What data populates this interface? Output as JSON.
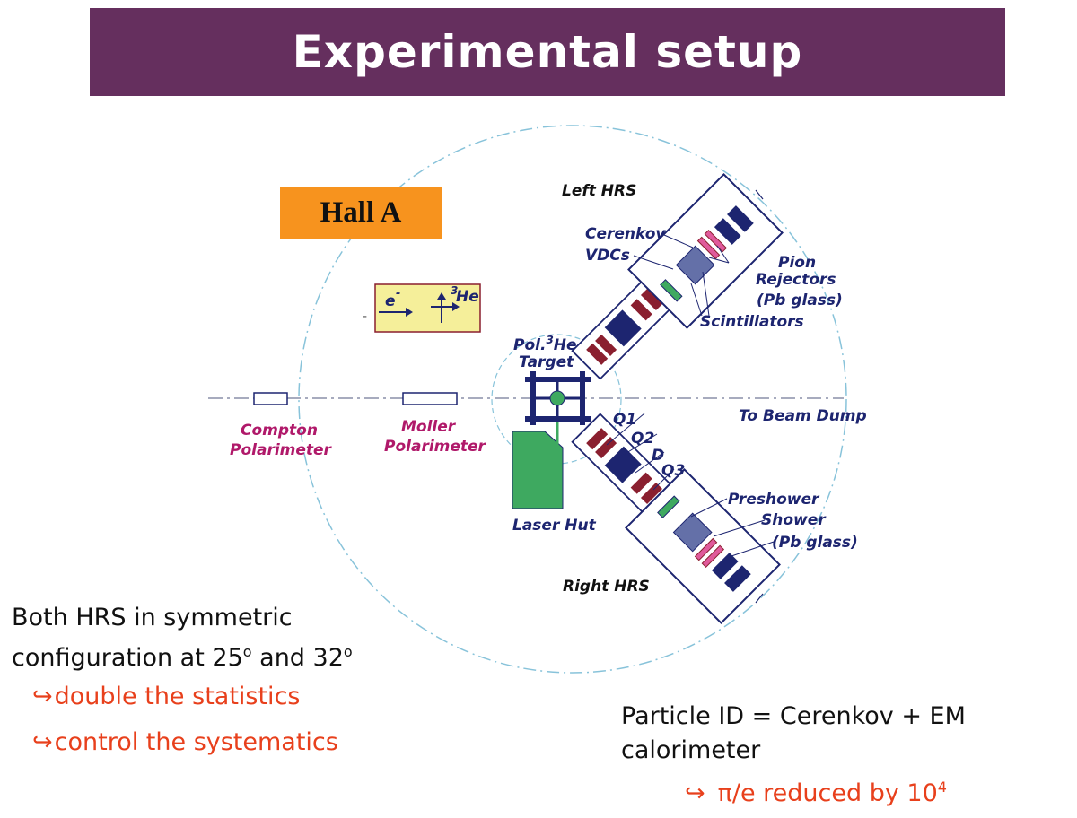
{
  "slide": {
    "title": "Experimental setup"
  },
  "colors": {
    "title_bar": "#652f5e",
    "hall_box": "#f7931e",
    "beam_box": "#f5ef9a",
    "navy": "#1d2570",
    "maroon": "#8a1f2f",
    "pink": "#e05a9b",
    "steel": "#6470a8",
    "green": "#3ea960",
    "magenta_text": "#b0196a",
    "red_text": "#e8401c",
    "beamline": "#8a8fa8",
    "hall_circle": "#88c3da"
  },
  "diagram": {
    "hall_label": "Hall A",
    "beam_box": {
      "e_label": "e",
      "e_sup": "-",
      "he_label": "He",
      "he_sup": "3"
    },
    "labels": {
      "left_hrs": "Left HRS",
      "cerenkov": "Cerenkov",
      "vdcs": "VDCs",
      "pion": "Pion",
      "rejectors": "Rejectors",
      "pb_glass_1": "(Pb glass)",
      "scintillators": "Scintillators",
      "pol_target_1": "Pol.",
      "pol_target_sup": "3",
      "pol_target_he": "He",
      "pol_target_2": "Target",
      "to_beam_dump": "To Beam Dump",
      "q1": "Q1",
      "q2": "Q2",
      "d": "D",
      "q3": "Q3",
      "preshower": "Preshower",
      "shower": "Shower",
      "pb_glass_2": "(Pb glass)",
      "laser_hut": "Laser Hut",
      "right_hrs": "Right HRS",
      "compton_1": "Compton",
      "compton_2": "Polarimeter",
      "moller_1": "Moller",
      "moller_2": "Polarimeter"
    }
  },
  "notes": {
    "config_line1": "Both HRS in symmetric",
    "config_line2_a": "configuration at 25",
    "config_deg": "o",
    "config_line2_b": " and 32",
    "bullet_arrow": "↪",
    "bullet1": "double the statistics",
    "bullet2": "control the systematics",
    "pid_line1": "Particle ID = Cerenkov + EM",
    "pid_line2": "calorimeter",
    "pid_result": "π/e reduced by 10",
    "pid_exp": "4"
  }
}
